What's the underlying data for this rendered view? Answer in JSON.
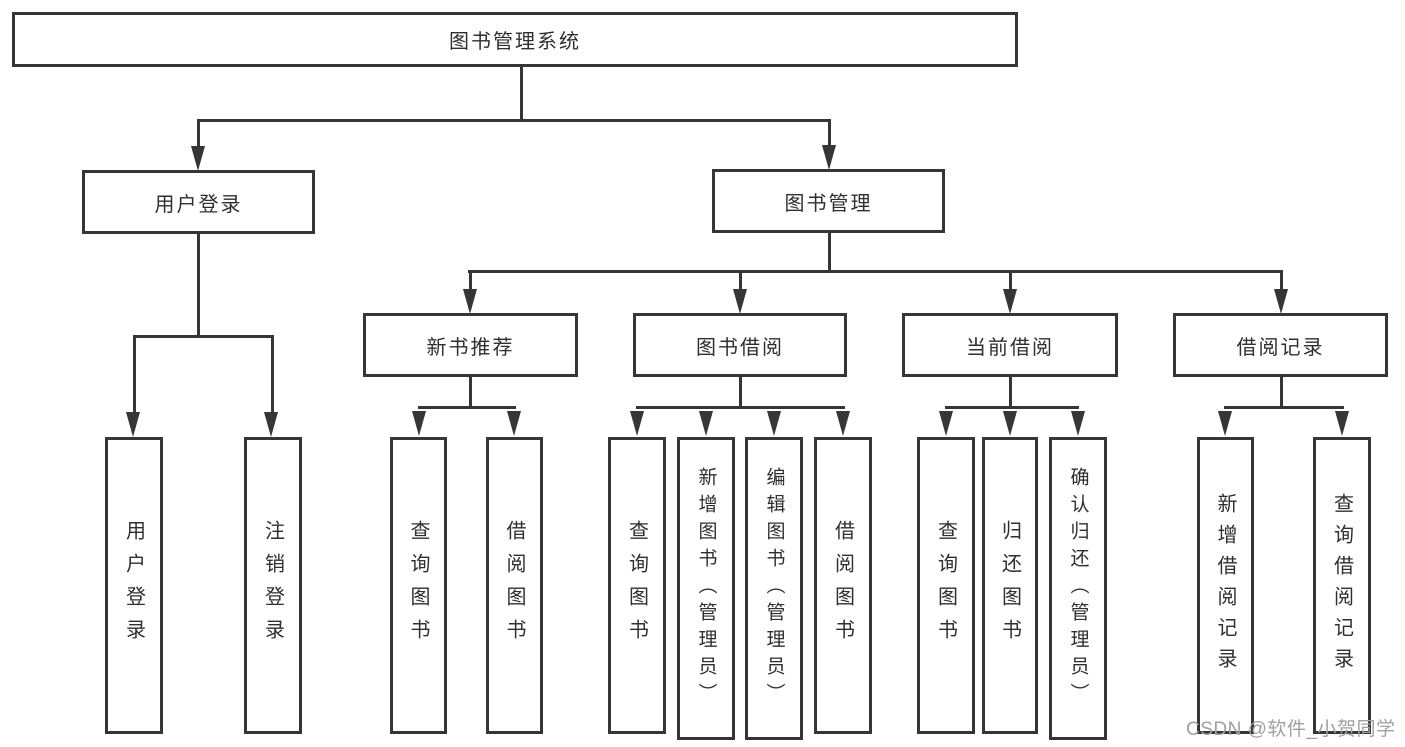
{
  "diagram": {
    "root": "图书管理系统",
    "branches": [
      {
        "label": "用户登录",
        "children": [
          "用户登录",
          "注销登录"
        ]
      },
      {
        "label": "图书管理",
        "children": [
          {
            "label": "新书推荐",
            "children": [
              "查询图书",
              "借阅图书"
            ]
          },
          {
            "label": "图书借阅",
            "children": [
              "查询图书",
              "新增图书（管理员）",
              "编辑图书（管理员）",
              "借阅图书"
            ]
          },
          {
            "label": "当前借阅",
            "children": [
              "查询图书",
              "归还图书",
              "确认归还（管理员）"
            ]
          },
          {
            "label": "借阅记录",
            "children": [
              "新增借阅记录",
              "查询借阅记录"
            ]
          }
        ]
      }
    ]
  },
  "watermark": {
    "text": "CSDN @软件_小贺同学"
  },
  "colors": {
    "line": "#363636",
    "text": "#2f2f2f",
    "watermark": "#a0a0a0",
    "background": "#ffffff"
  }
}
